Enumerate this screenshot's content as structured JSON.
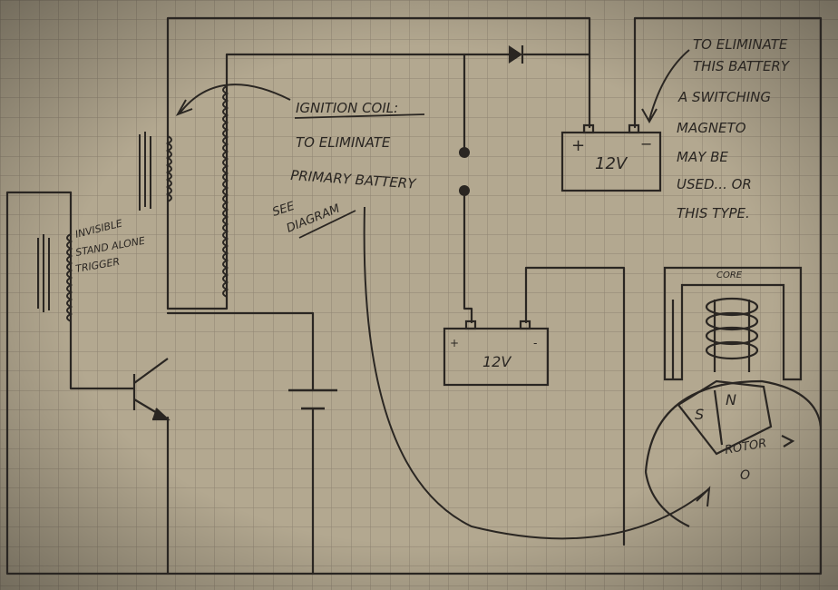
{
  "colors": {
    "paper": "#b3a890",
    "grid": "#8f8472",
    "ink": "#2a2622"
  },
  "labels": {
    "ignition_coil_title": "IGNITION COIL:",
    "to_eliminate_1": "TO ELIMINATE",
    "primary_battery": "PRIMARY BATTERY",
    "see": "SEE",
    "diagram": "DIAGRAM",
    "invisible_1": "INVISIBLE",
    "invisible_2": "STAND ALONE",
    "invisible_3": "TRIGGER",
    "battery_top_plus": "+",
    "battery_top_minus": "−",
    "battery_top_label": "12V",
    "battery_bottom_plus": "+",
    "battery_bottom_minus": "-",
    "battery_bottom_label": "12V",
    "note_1": "TO ELIMINATE",
    "note_2": "THIS BATTERY",
    "note_3": "A SWITCHING",
    "note_4": "MAGNETO",
    "note_5": "MAY BE",
    "note_6": "USED... OR",
    "note_7": "THIS TYPE.",
    "core": "CORE",
    "pole_s": "S",
    "pole_n": "N",
    "rotor": "ROTOR",
    "rotor_center": "O"
  }
}
